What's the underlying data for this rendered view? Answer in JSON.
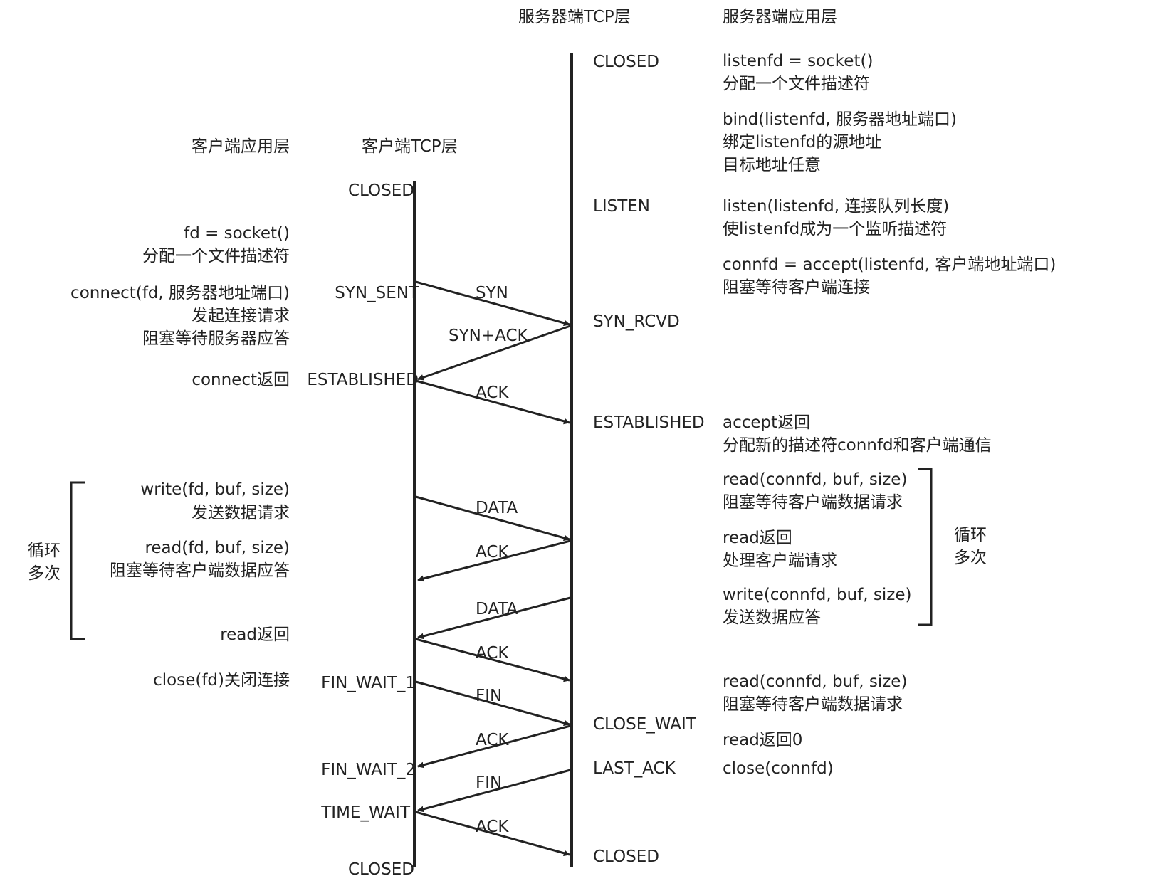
{
  "headers": {
    "server_tcp": "服务器端TCP层",
    "server_app": "服务器端应用层",
    "client_app": "客户端应用层",
    "client_tcp": "客户端TCP层"
  },
  "client_states": {
    "closed_top": "CLOSED",
    "syn_sent": "SYN_SENT",
    "established": "ESTABLISHED",
    "fin_wait_1": "FIN_WAIT_1",
    "fin_wait_2": "FIN_WAIT_2",
    "time_wait": "TIME_WAIT",
    "closed_bottom": "CLOSED"
  },
  "server_states": {
    "closed_top": "CLOSED",
    "listen": "LISTEN",
    "syn_rcvd": "SYN_RCVD",
    "established": "ESTABLISHED",
    "close_wait": "CLOSE_WAIT",
    "last_ack": "LAST_ACK",
    "closed_bottom": "CLOSED"
  },
  "client_app": {
    "socket": [
      "fd = socket()",
      "分配一个文件描述符"
    ],
    "connect": [
      "connect(fd, 服务器地址端口)",
      "发起连接请求",
      "阻塞等待服务器应答"
    ],
    "connect_return": "connect返回",
    "write": [
      "write(fd, buf, size)",
      "发送数据请求"
    ],
    "read": [
      "read(fd, buf, size)",
      "阻塞等待客户端数据应答"
    ],
    "read_return": "read返回",
    "close": "close(fd)关闭连接",
    "loop": [
      "循环",
      "多次"
    ]
  },
  "server_app": {
    "socket": [
      "listenfd = socket()",
      "分配一个文件描述符"
    ],
    "bind": [
      "bind(listenfd, 服务器地址端口)",
      "绑定listenfd的源地址",
      "目标地址任意"
    ],
    "listen": [
      "listen(listenfd, 连接队列长度)",
      "使listenfd成为一个监听描述符"
    ],
    "accept": [
      "connfd = accept(listenfd, 客户端地址端口)",
      "阻塞等待客户端连接"
    ],
    "accept_return": [
      "accept返回",
      "分配新的描述符connfd和客户端通信"
    ],
    "read": [
      "read(connfd, buf, size)",
      "阻塞等待客户端数据请求"
    ],
    "read_return": [
      "read返回",
      "处理客户端请求"
    ],
    "write": [
      "write(connfd, buf, size)",
      "发送数据应答"
    ],
    "read2": [
      "read(connfd, buf, size)",
      "阻塞等待客户端数据请求"
    ],
    "read_return0": "read返回0",
    "close": "close(connfd)",
    "loop": [
      "循环",
      "多次"
    ]
  },
  "messages": [
    {
      "label": "SYN",
      "direction": "client-to-server"
    },
    {
      "label": "SYN+ACK",
      "direction": "server-to-client"
    },
    {
      "label": "ACK",
      "direction": "client-to-server"
    },
    {
      "label": "DATA",
      "direction": "client-to-server"
    },
    {
      "label": "ACK",
      "direction": "server-to-client"
    },
    {
      "label": "DATA",
      "direction": "server-to-client"
    },
    {
      "label": "ACK",
      "direction": "client-to-server"
    },
    {
      "label": "FIN",
      "direction": "client-to-server"
    },
    {
      "label": "ACK",
      "direction": "server-to-client"
    },
    {
      "label": "FIN",
      "direction": "server-to-client"
    },
    {
      "label": "ACK",
      "direction": "client-to-server"
    }
  ]
}
